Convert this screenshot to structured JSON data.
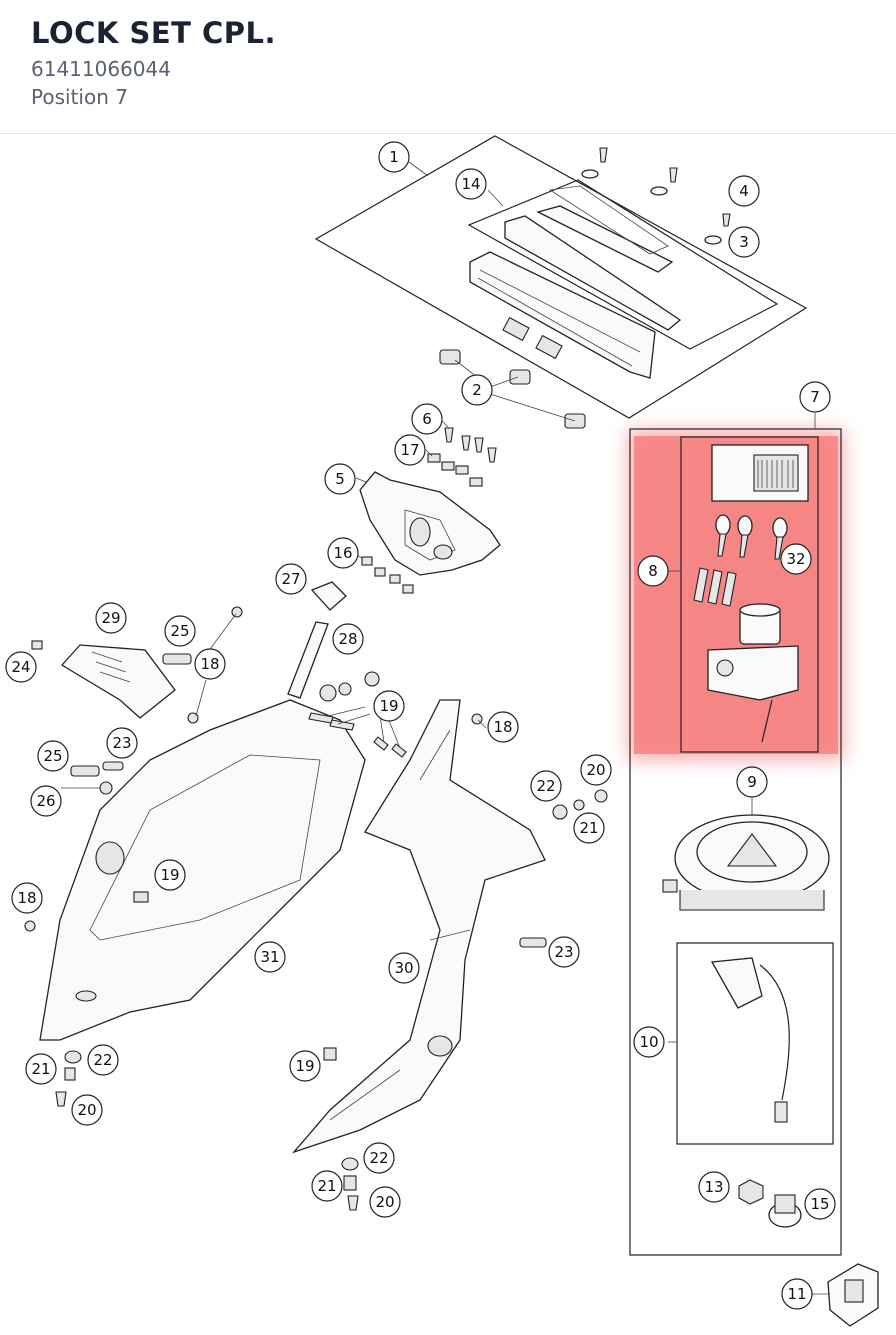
{
  "header": {
    "title": "LOCK SET CPL.",
    "part_number": "61411066044",
    "position": "Position 7"
  },
  "highlight": {
    "position_number": "7",
    "color": "#f46a6a"
  },
  "callouts": [
    {
      "id": "c1",
      "label": "1"
    },
    {
      "id": "c14",
      "label": "14"
    },
    {
      "id": "c4",
      "label": "4"
    },
    {
      "id": "c3",
      "label": "3"
    },
    {
      "id": "c2",
      "label": "2"
    },
    {
      "id": "c7",
      "label": "7"
    },
    {
      "id": "c6",
      "label": "6"
    },
    {
      "id": "c17",
      "label": "17"
    },
    {
      "id": "c5",
      "label": "5"
    },
    {
      "id": "c16",
      "label": "16"
    },
    {
      "id": "c8",
      "label": "8"
    },
    {
      "id": "c32",
      "label": "32"
    },
    {
      "id": "c27",
      "label": "27"
    },
    {
      "id": "c28",
      "label": "28"
    },
    {
      "id": "c29",
      "label": "29"
    },
    {
      "id": "c25a",
      "label": "25"
    },
    {
      "id": "c18a",
      "label": "18"
    },
    {
      "id": "c24",
      "label": "24"
    },
    {
      "id": "c19a",
      "label": "19"
    },
    {
      "id": "c18b",
      "label": "18"
    },
    {
      "id": "c23a",
      "label": "23"
    },
    {
      "id": "c25b",
      "label": "25"
    },
    {
      "id": "c26",
      "label": "26"
    },
    {
      "id": "c20a",
      "label": "20"
    },
    {
      "id": "c22a",
      "label": "22"
    },
    {
      "id": "c21a",
      "label": "21"
    },
    {
      "id": "c9",
      "label": "9"
    },
    {
      "id": "c19b",
      "label": "19"
    },
    {
      "id": "c18c",
      "label": "18"
    },
    {
      "id": "c31",
      "label": "31"
    },
    {
      "id": "c30",
      "label": "30"
    },
    {
      "id": "c23b",
      "label": "23"
    },
    {
      "id": "c10",
      "label": "10"
    },
    {
      "id": "c22b",
      "label": "22"
    },
    {
      "id": "c21b",
      "label": "21"
    },
    {
      "id": "c20b",
      "label": "20"
    },
    {
      "id": "c19c",
      "label": "19"
    },
    {
      "id": "c22c",
      "label": "22"
    },
    {
      "id": "c21c",
      "label": "21"
    },
    {
      "id": "c20c",
      "label": "20"
    },
    {
      "id": "c13",
      "label": "13"
    },
    {
      "id": "c15",
      "label": "15"
    },
    {
      "id": "c11",
      "label": "11"
    }
  ]
}
